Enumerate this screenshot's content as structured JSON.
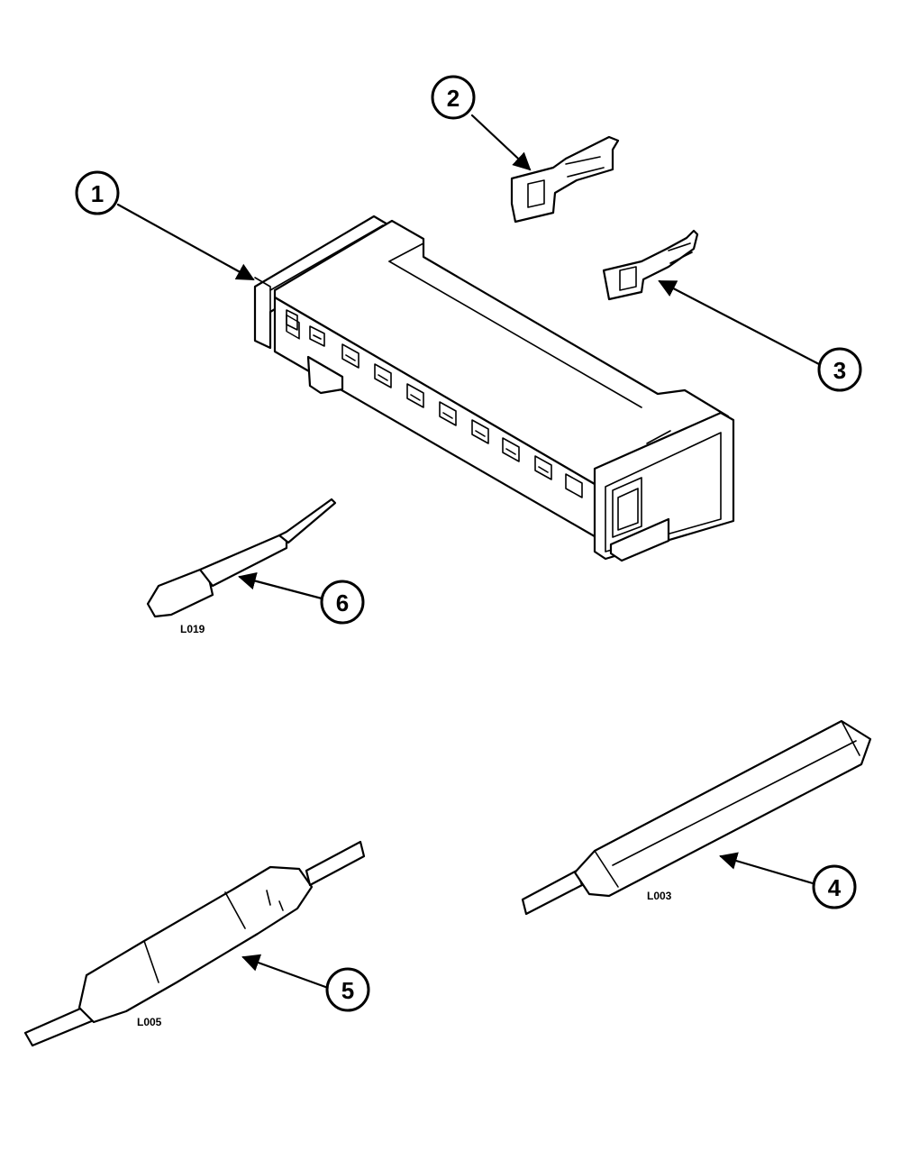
{
  "callouts": [
    "1",
    "2",
    "3",
    "4",
    "5",
    "6"
  ],
  "part_codes": {
    "tool_6": "L019",
    "tool_5": "L005",
    "tool_4": "L003"
  }
}
